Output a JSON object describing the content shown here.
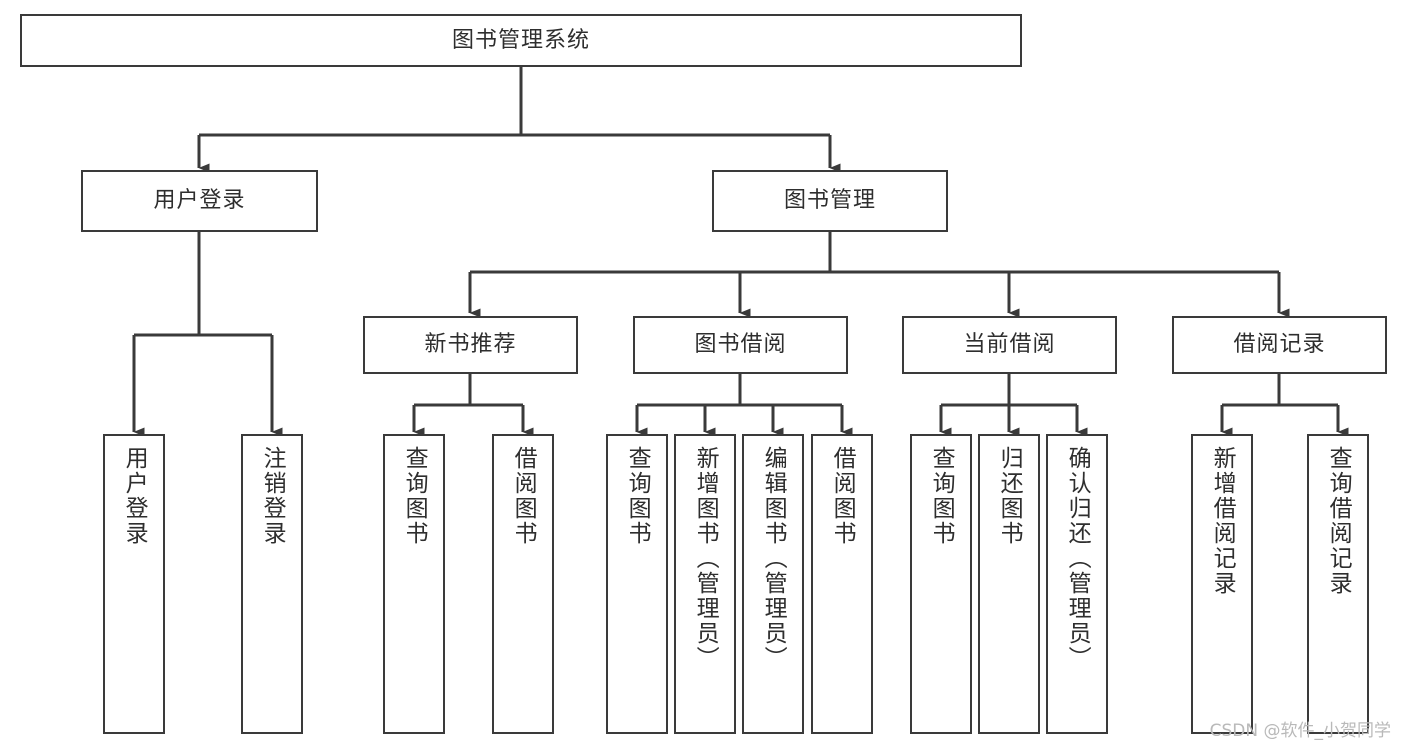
{
  "diagram": {
    "type": "tree",
    "title": "图书管理系统",
    "orientation": "top-down",
    "colors": {
      "box_border": "#3a3a3a",
      "box_fill": "#ffffff",
      "edge": "#3a3a3a",
      "text": "#2e2e2e",
      "watermark": "#b9b9b9",
      "background": "#ffffff"
    },
    "root": {
      "label": "图书管理系统"
    },
    "level2": [
      {
        "label": "用户登录"
      },
      {
        "label": "图书管理"
      }
    ],
    "level3": [
      {
        "label": "新书推荐"
      },
      {
        "label": "图书借阅"
      },
      {
        "label": "当前借阅"
      },
      {
        "label": "借阅记录"
      }
    ],
    "leaves": {
      "user_login": [
        {
          "label": "用户登录"
        },
        {
          "label": "注销登录"
        }
      ],
      "new_book_recommend": [
        {
          "label": "查询图书"
        },
        {
          "label": "借阅图书"
        }
      ],
      "book_borrow": [
        {
          "label": "查询图书"
        },
        {
          "label": "新增图书（管理员）"
        },
        {
          "label": "编辑图书（管理员）"
        },
        {
          "label": "借阅图书"
        }
      ],
      "current_borrow": [
        {
          "label": "查询图书"
        },
        {
          "label": "归还图书"
        },
        {
          "label": "确认归还（管理员）"
        }
      ],
      "borrow_record": [
        {
          "label": "新增借阅记录"
        },
        {
          "label": "查询借阅记录"
        }
      ]
    }
  },
  "watermark": {
    "text": "CSDN @软件_小贺同学"
  }
}
